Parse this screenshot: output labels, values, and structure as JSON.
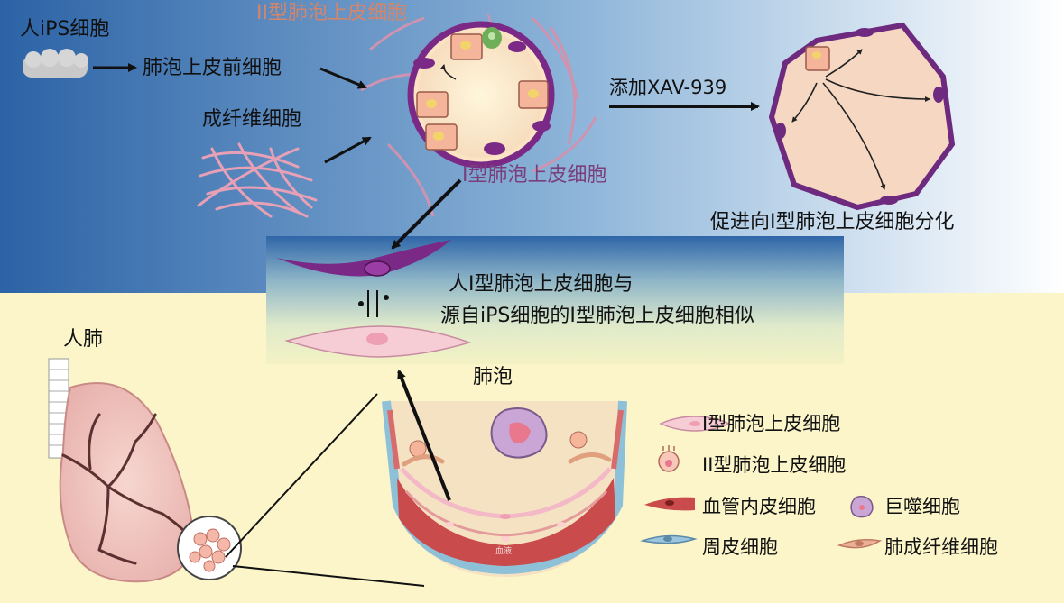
{
  "colors": {
    "top_blue": "#2f66a8",
    "bottom_yellow": "#fbf5c8",
    "cell_purple": "#7a2a86",
    "cell_pink": "#f0c2cf",
    "vessel_red": "#c94b4b",
    "pericyte_blue": "#79aac9",
    "type2_label": "#d4856a",
    "type1_label": "#7a3f7a"
  },
  "labels": {
    "human_ips_cells": "人iPS细胞",
    "alveolar_progenitor": "肺泡上皮前细胞",
    "fibroblast": "成纤维细胞",
    "type2_top": "II型肺泡上皮细胞",
    "type1_mid": "I型肺泡上皮细胞",
    "add_compound": "添加XAV-939",
    "promote_differentiation": "促进向I型肺泡上皮细胞分化",
    "similarity_line1": "人I型肺泡上皮细胞与",
    "similarity_line2": "源自iPS细胞的I型肺泡上皮细胞相似",
    "human_lung": "人肺",
    "alveolus": "肺泡",
    "vessel_text": "血液"
  },
  "legend": [
    {
      "icon": "type1-cell-icon",
      "label": "I型肺泡上皮细胞"
    },
    {
      "icon": "type2-cell-icon",
      "label": "II型肺泡上皮细胞"
    },
    {
      "icon": "endothelial-cell-icon",
      "label": "血管内皮细胞"
    },
    {
      "icon": "macrophage-icon",
      "label": "巨噬细胞"
    },
    {
      "icon": "pericyte-icon",
      "label": "周皮细胞"
    },
    {
      "icon": "lung-fibroblast-icon",
      "label": "肺成纤维细胞"
    }
  ]
}
